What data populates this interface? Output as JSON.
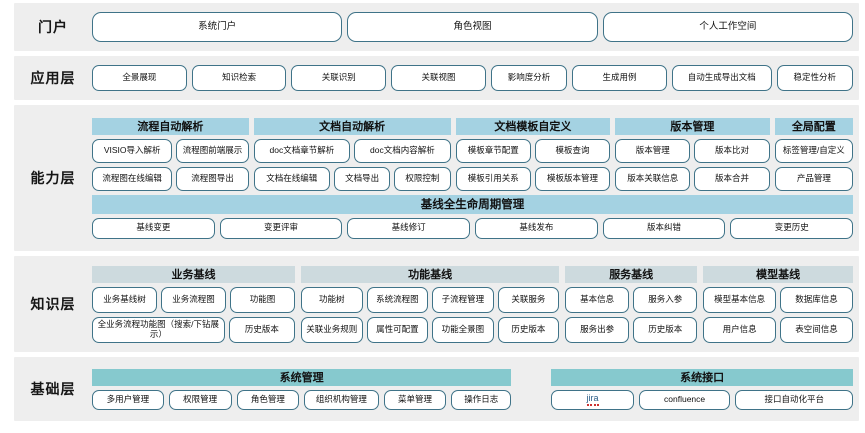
{
  "colors": {
    "band": "#eeeeee",
    "pill_border": "#3f7388",
    "header_blue": "#a4d2e2",
    "header_gray": "#cddade",
    "header_teal": "#86c9ce"
  },
  "layers": [
    {
      "key": "portal",
      "label": "门户",
      "items": [
        "系统门户",
        "角色视图",
        "个人工作空间"
      ]
    },
    {
      "key": "application",
      "label": "应用层",
      "items": [
        "全景展现",
        "知识检索",
        "关联识别",
        "关联视图",
        "影响度分析",
        "生成用例",
        "自动生成导出文档",
        "稳定性分析"
      ]
    },
    {
      "key": "capability",
      "label": "能力层",
      "groups": [
        {
          "title": "流程自动解析",
          "rows": [
            [
              "VISIO导入解析",
              "流程图前端展示"
            ],
            [
              "流程图在线编辑",
              "流程图导出"
            ]
          ]
        },
        {
          "title": "文档自动解析",
          "rows": [
            [
              "doc文档章节解析",
              "doc文档内容解析"
            ],
            [
              "文档在线编辑",
              "文档导出",
              "权限控制"
            ]
          ]
        },
        {
          "title": "文档模板自定义",
          "rows": [
            [
              "模板章节配置",
              "模板查询"
            ],
            [
              "模板引用关系",
              "模板版本管理"
            ]
          ]
        },
        {
          "title": "版本管理",
          "rows": [
            [
              "版本管理",
              "版本比对"
            ],
            [
              "版本关联信息",
              "版本合并"
            ]
          ]
        },
        {
          "title": "全局配置",
          "rows": [
            [
              "标签管理/自定义"
            ],
            [
              "产品管理"
            ]
          ]
        }
      ],
      "lifecycle": {
        "title": "基线全生命周期管理",
        "items": [
          "基线变更",
          "变更评审",
          "基线修订",
          "基线发布",
          "版本纠错",
          "变更历史"
        ]
      }
    },
    {
      "key": "knowledge",
      "label": "知识层",
      "groups": [
        {
          "title": "业务基线",
          "rows": [
            [
              "业务基线树",
              "业务流程图",
              "功能图"
            ],
            [
              "全业务流程功能图（搜索/下钻展示）",
              "历史版本"
            ]
          ]
        },
        {
          "title": "功能基线",
          "rows": [
            [
              "功能树",
              "系统流程图",
              "子流程管理",
              "关联服务"
            ],
            [
              "关联业务规则",
              "属性可配置",
              "功能全景图",
              "历史版本"
            ]
          ]
        },
        {
          "title": "服务基线",
          "rows": [
            [
              "基本信息",
              "服务入参"
            ],
            [
              "服务出参",
              "历史版本"
            ]
          ]
        },
        {
          "title": "模型基线",
          "rows": [
            [
              "模型基本信息",
              "数据库信息"
            ],
            [
              "用户信息",
              "表空间信息"
            ]
          ]
        }
      ]
    },
    {
      "key": "foundation",
      "label": "基础层",
      "groups": [
        {
          "title": "系统管理",
          "rows": [
            [
              "多用户管理",
              "权限管理",
              "角色管理",
              "组织机构管理",
              "菜单管理",
              "操作日志"
            ]
          ]
        },
        {
          "title": "系统接口",
          "rows": [
            [
              "jira",
              "confluence",
              "接口自动化平台"
            ]
          ]
        }
      ]
    }
  ]
}
